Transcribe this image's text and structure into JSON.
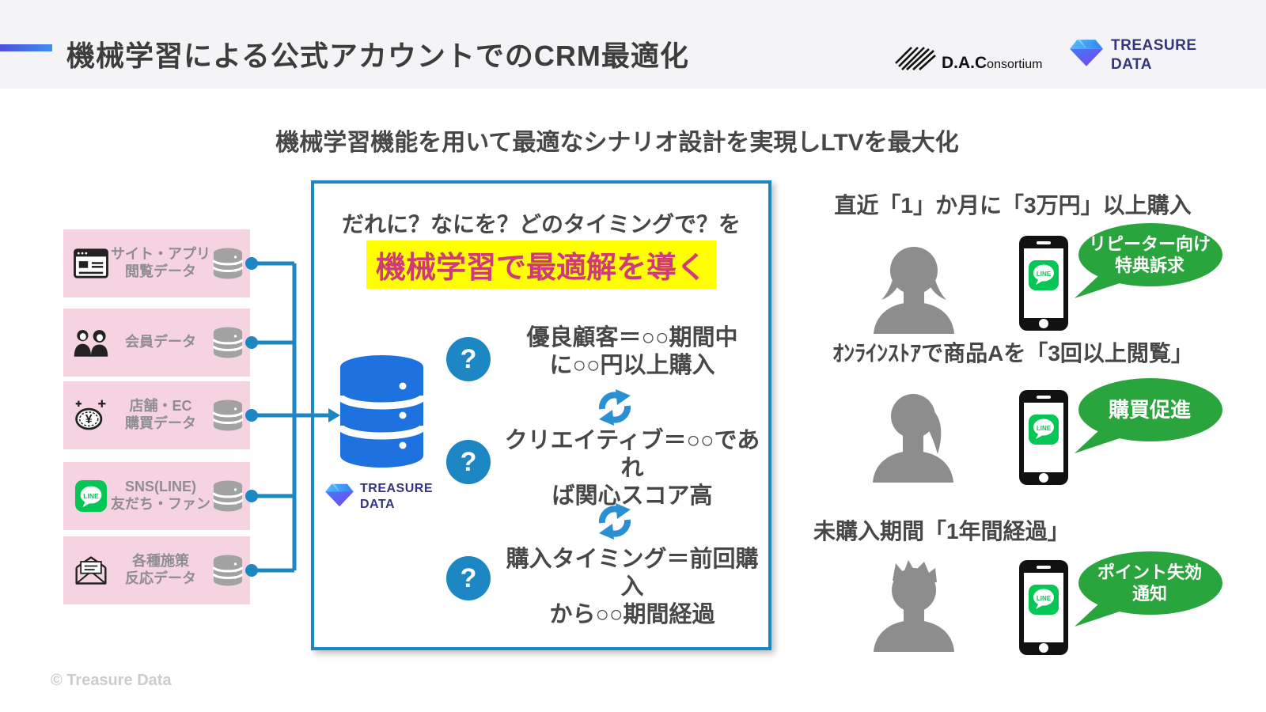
{
  "header": {
    "title": "機械学習による公式アカウントでのCRM最適化",
    "dac_logo": {
      "bold": "D.A.C",
      "rest": "onsortium"
    },
    "td_logo": {
      "line1": "TREASURE",
      "line2": "DATA"
    }
  },
  "subtitle": "機械学習機能を用いて最適なシナリオ設計を実現しLTVを最大化",
  "sources": {
    "items": [
      {
        "label": "サイト・アプリ\n閲覧データ",
        "icon": "browser-window-icon"
      },
      {
        "label": "会員データ",
        "icon": "members-icon"
      },
      {
        "label": "店舗・EC\n購買データ",
        "icon": "coin-yen-icon"
      },
      {
        "label": "SNS(LINE)\n友だち・ファン",
        "icon": "line-app-icon"
      },
      {
        "label": "各種施策\n反応データ",
        "icon": "envelope-icon"
      }
    ]
  },
  "ml_box": {
    "question_line": "だれに？なにを？どのタイミングで？を",
    "highlight": "機械学習で最適解を導く",
    "td_logo": {
      "line1": "TREASURE",
      "line2": "DATA"
    },
    "items": [
      {
        "badge": "?",
        "text": "優良顧客＝○○期間中\nに○○円以上購入"
      },
      {
        "badge": "?",
        "text": "クリエイティブ＝○○であれ\nば関心スコア高"
      },
      {
        "badge": "?",
        "text": "購入タイミング＝前回購入\nから○○期間経過"
      }
    ]
  },
  "scenarios": [
    {
      "heading": "直近「1」か月に「3万円」以上購入",
      "bubble": "リピーター向け\n特典訴求"
    },
    {
      "heading": "ｵﾝﾗｲﾝｽﾄｱで商品Aを「3回以上閲覧」",
      "bubble": "購買促進"
    },
    {
      "heading": "未購入期間「1年間経過」",
      "bubble": "ポイント失効\n通知"
    }
  ],
  "icons": {
    "line_label": "LINE",
    "yen": "¥",
    "question": "?"
  },
  "footer": {
    "copyright": "© Treasure Data"
  },
  "colors": {
    "accent_border_blue": "#1d87c3",
    "pink_card": "#f5d3e1",
    "highlight_yellow": "#ffff00",
    "highlight_text_magenta": "#d13a78",
    "bubble_green": "#2aa43c",
    "line_brand_green": "#06c755",
    "database_blue": "#1d72e0",
    "silhouette_gray": "#8d8d8d"
  }
}
